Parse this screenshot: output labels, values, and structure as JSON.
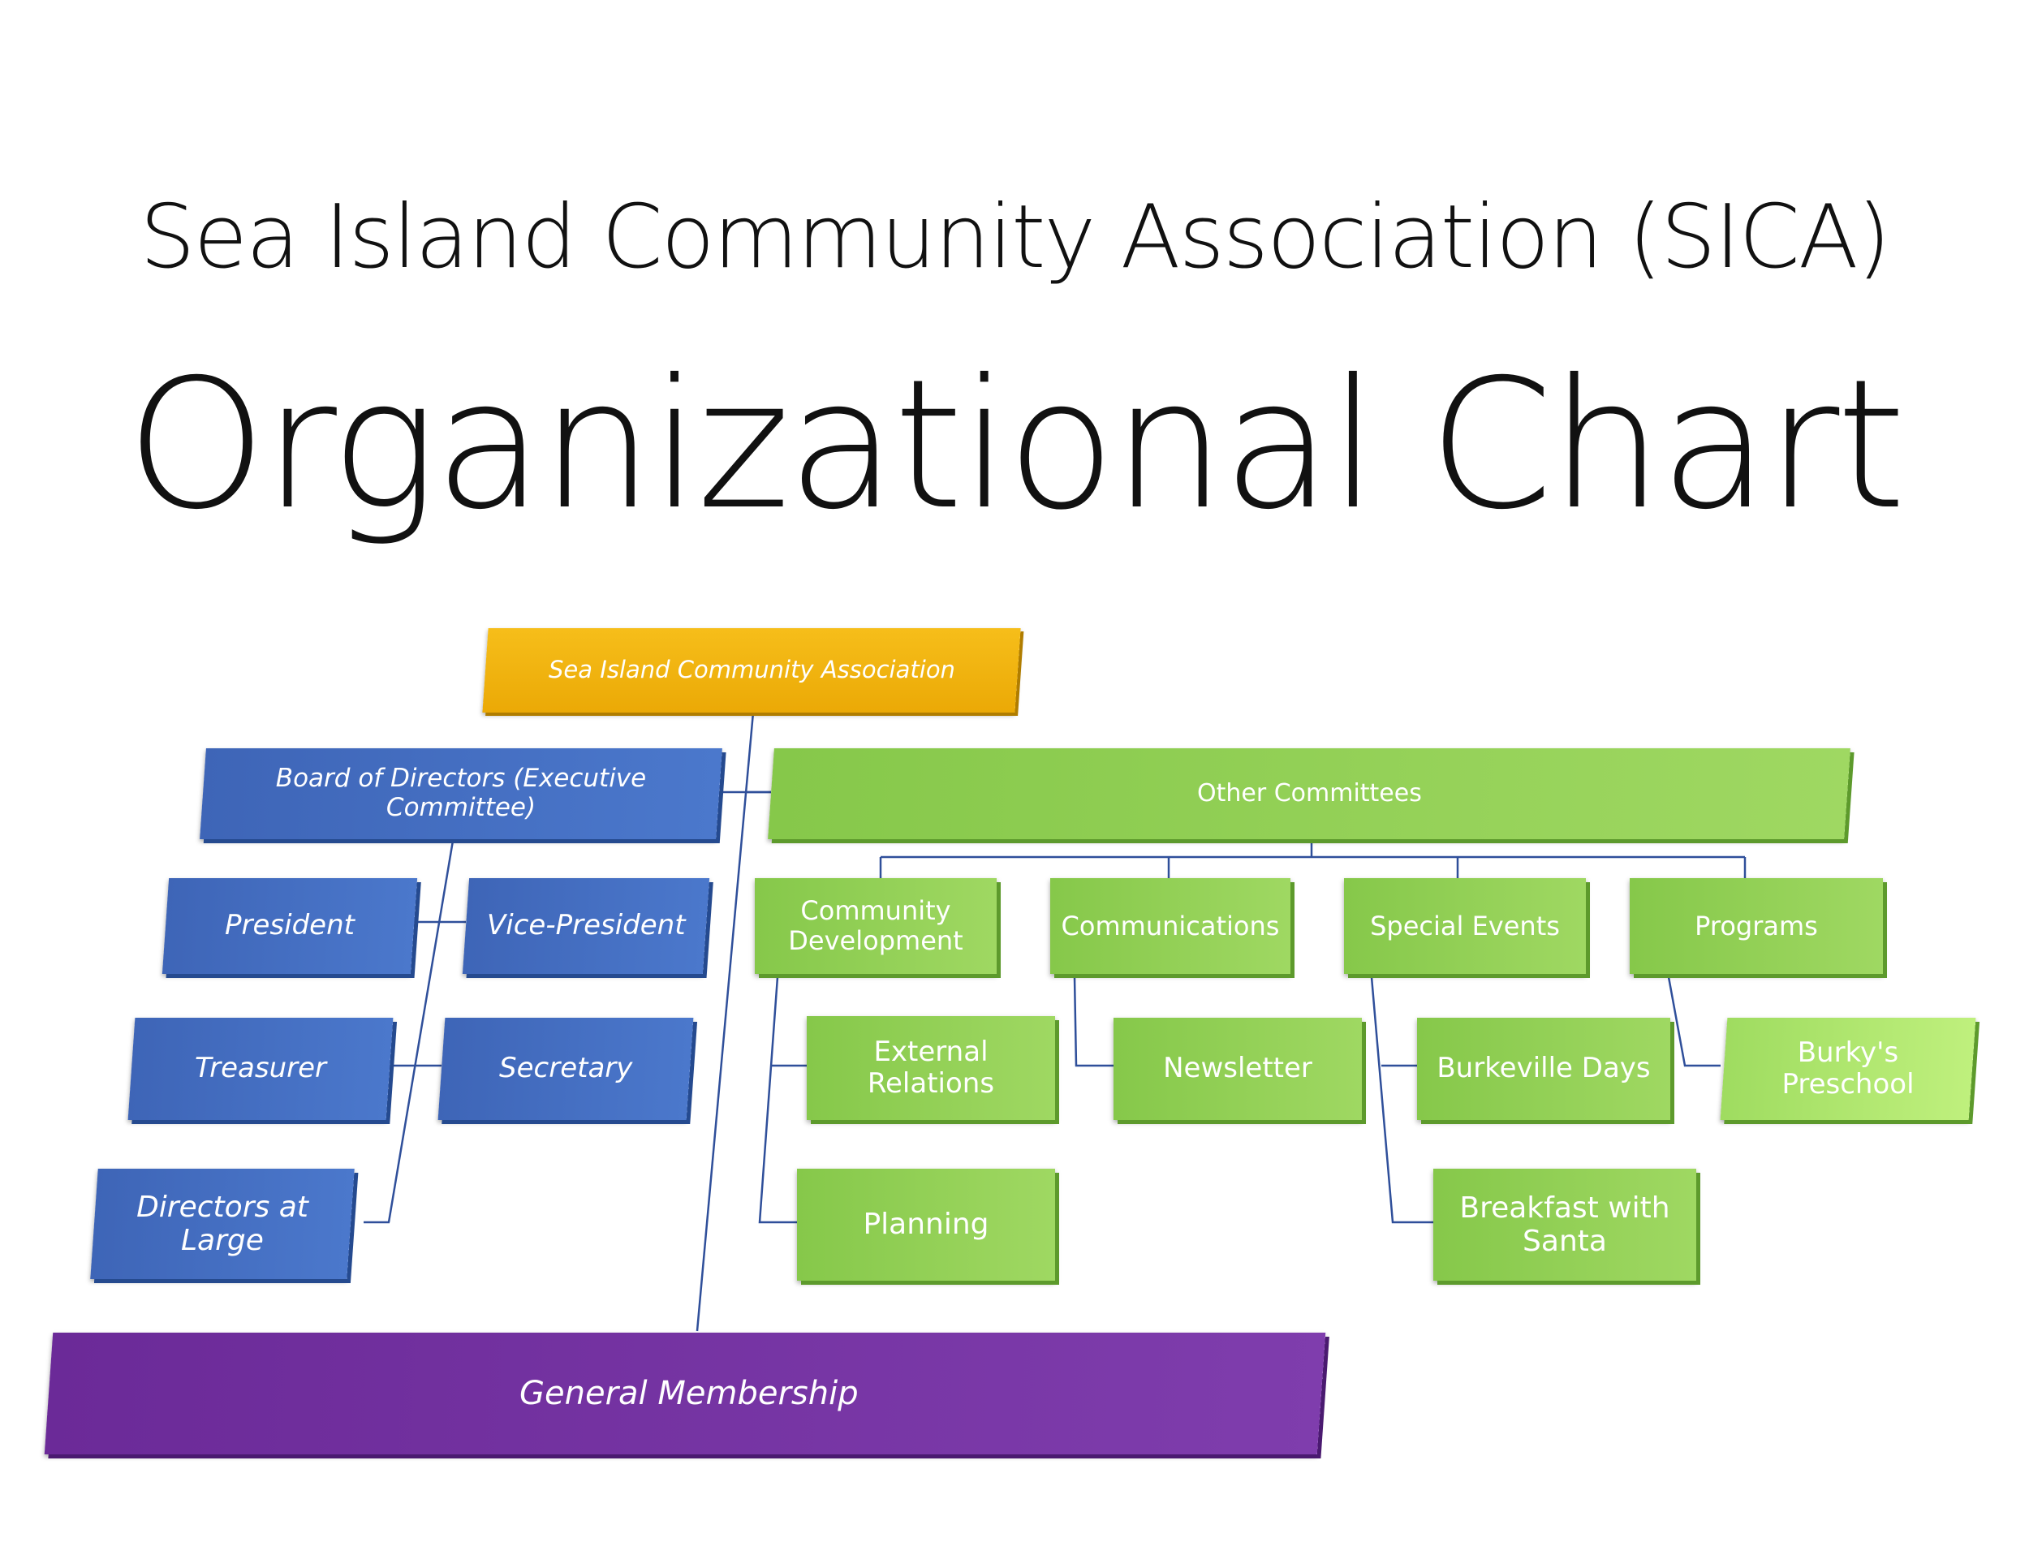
{
  "title": {
    "line1": "Sea Island Community Association (SICA)",
    "line2": "Organizational Chart"
  },
  "nodes": {
    "root": "Sea Island Community Association",
    "board": "Board of Directors (Executive Committee)",
    "president": "President",
    "vice_president": "Vice-President",
    "treasurer": "Treasurer",
    "secretary": "Secretary",
    "directors_at_large": "Directors at Large",
    "other_committees": "Other Committees",
    "community_development": "Community Development",
    "communications": "Communications",
    "special_events": "Special Events",
    "programs": "Programs",
    "external_relations": "External Relations",
    "planning": "Planning",
    "newsletter": "Newsletter",
    "burkeville_days": "Burkeville Days",
    "breakfast_with_santa": "Breakfast with Santa",
    "burkys_preschool": "Burky's Preschool",
    "general_membership": "General Membership"
  },
  "colors": {
    "root": "#f2b20d",
    "board": "#4472c4",
    "committees": "#92d050",
    "membership": "#7030a0",
    "connector": "#2f4f9a"
  }
}
